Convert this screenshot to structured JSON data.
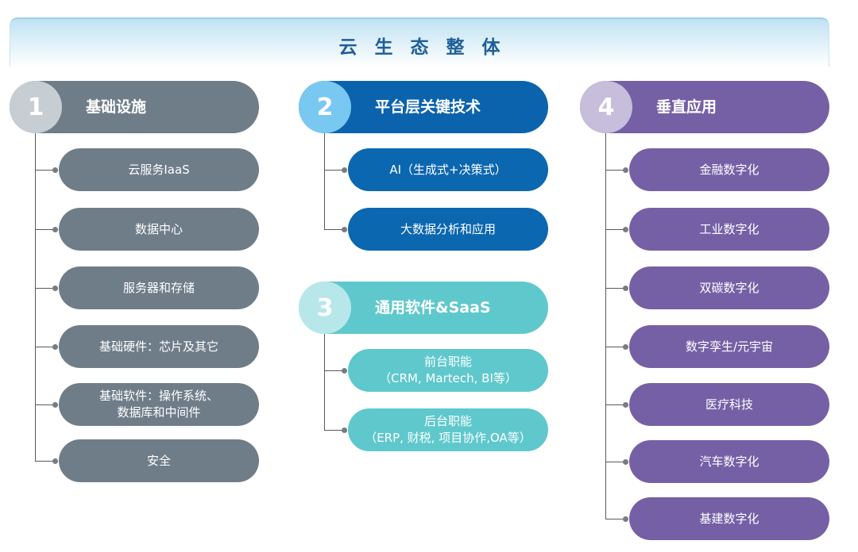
{
  "banner": {
    "title": "云生态整体"
  },
  "columns": [
    {
      "number": "1",
      "title": "基础设施",
      "items": [
        "云服务IaaS",
        "数据中心",
        "服务器和存储",
        "基础硬件：芯片及其它",
        "基础软件：操作系统、\n数据库和中间件",
        "安全"
      ]
    },
    {
      "number": "2",
      "title": "平台层关键技术",
      "items": [
        "AI（生成式+决策式）",
        "大数据分析和应用"
      ]
    },
    {
      "number": "3",
      "title": "通用软件&SaaS",
      "items": [
        "前台职能\n（CRM, Martech, BI等）",
        "后台职能\n（ERP, 财税, 项目协作,OA等）"
      ]
    },
    {
      "number": "4",
      "title": "垂直应用",
      "items": [
        "金融数字化",
        "工业数字化",
        "双碳数字化",
        "数字孪生/元宇宙",
        "医疗科技",
        "汽车数字化",
        "基建数字化"
      ]
    }
  ],
  "colors": {
    "infrastructure": "#6f7d89",
    "platform": "#0b63ad",
    "software": "#5fc8cc",
    "vertical": "#7560a6",
    "banner_text": "#1e5f9a"
  }
}
